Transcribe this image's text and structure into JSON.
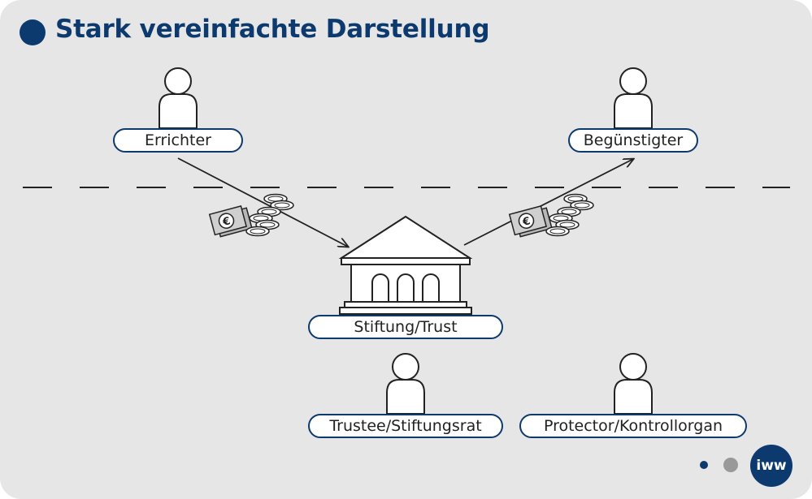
{
  "title": "Stark vereinfachte Darstellung",
  "nodes": {
    "errichter": "Errichter",
    "beguenstigter": "Begünstigter",
    "stiftung": "Stiftung/Trust",
    "trustee": "Trustee/Stiftungsrat",
    "protector": "Protector/Kontrollorgan"
  },
  "logo_text": "iww",
  "colors": {
    "accent": "#0d3a6e",
    "background": "#e6e6e6",
    "inactive_dot": "#999999"
  }
}
